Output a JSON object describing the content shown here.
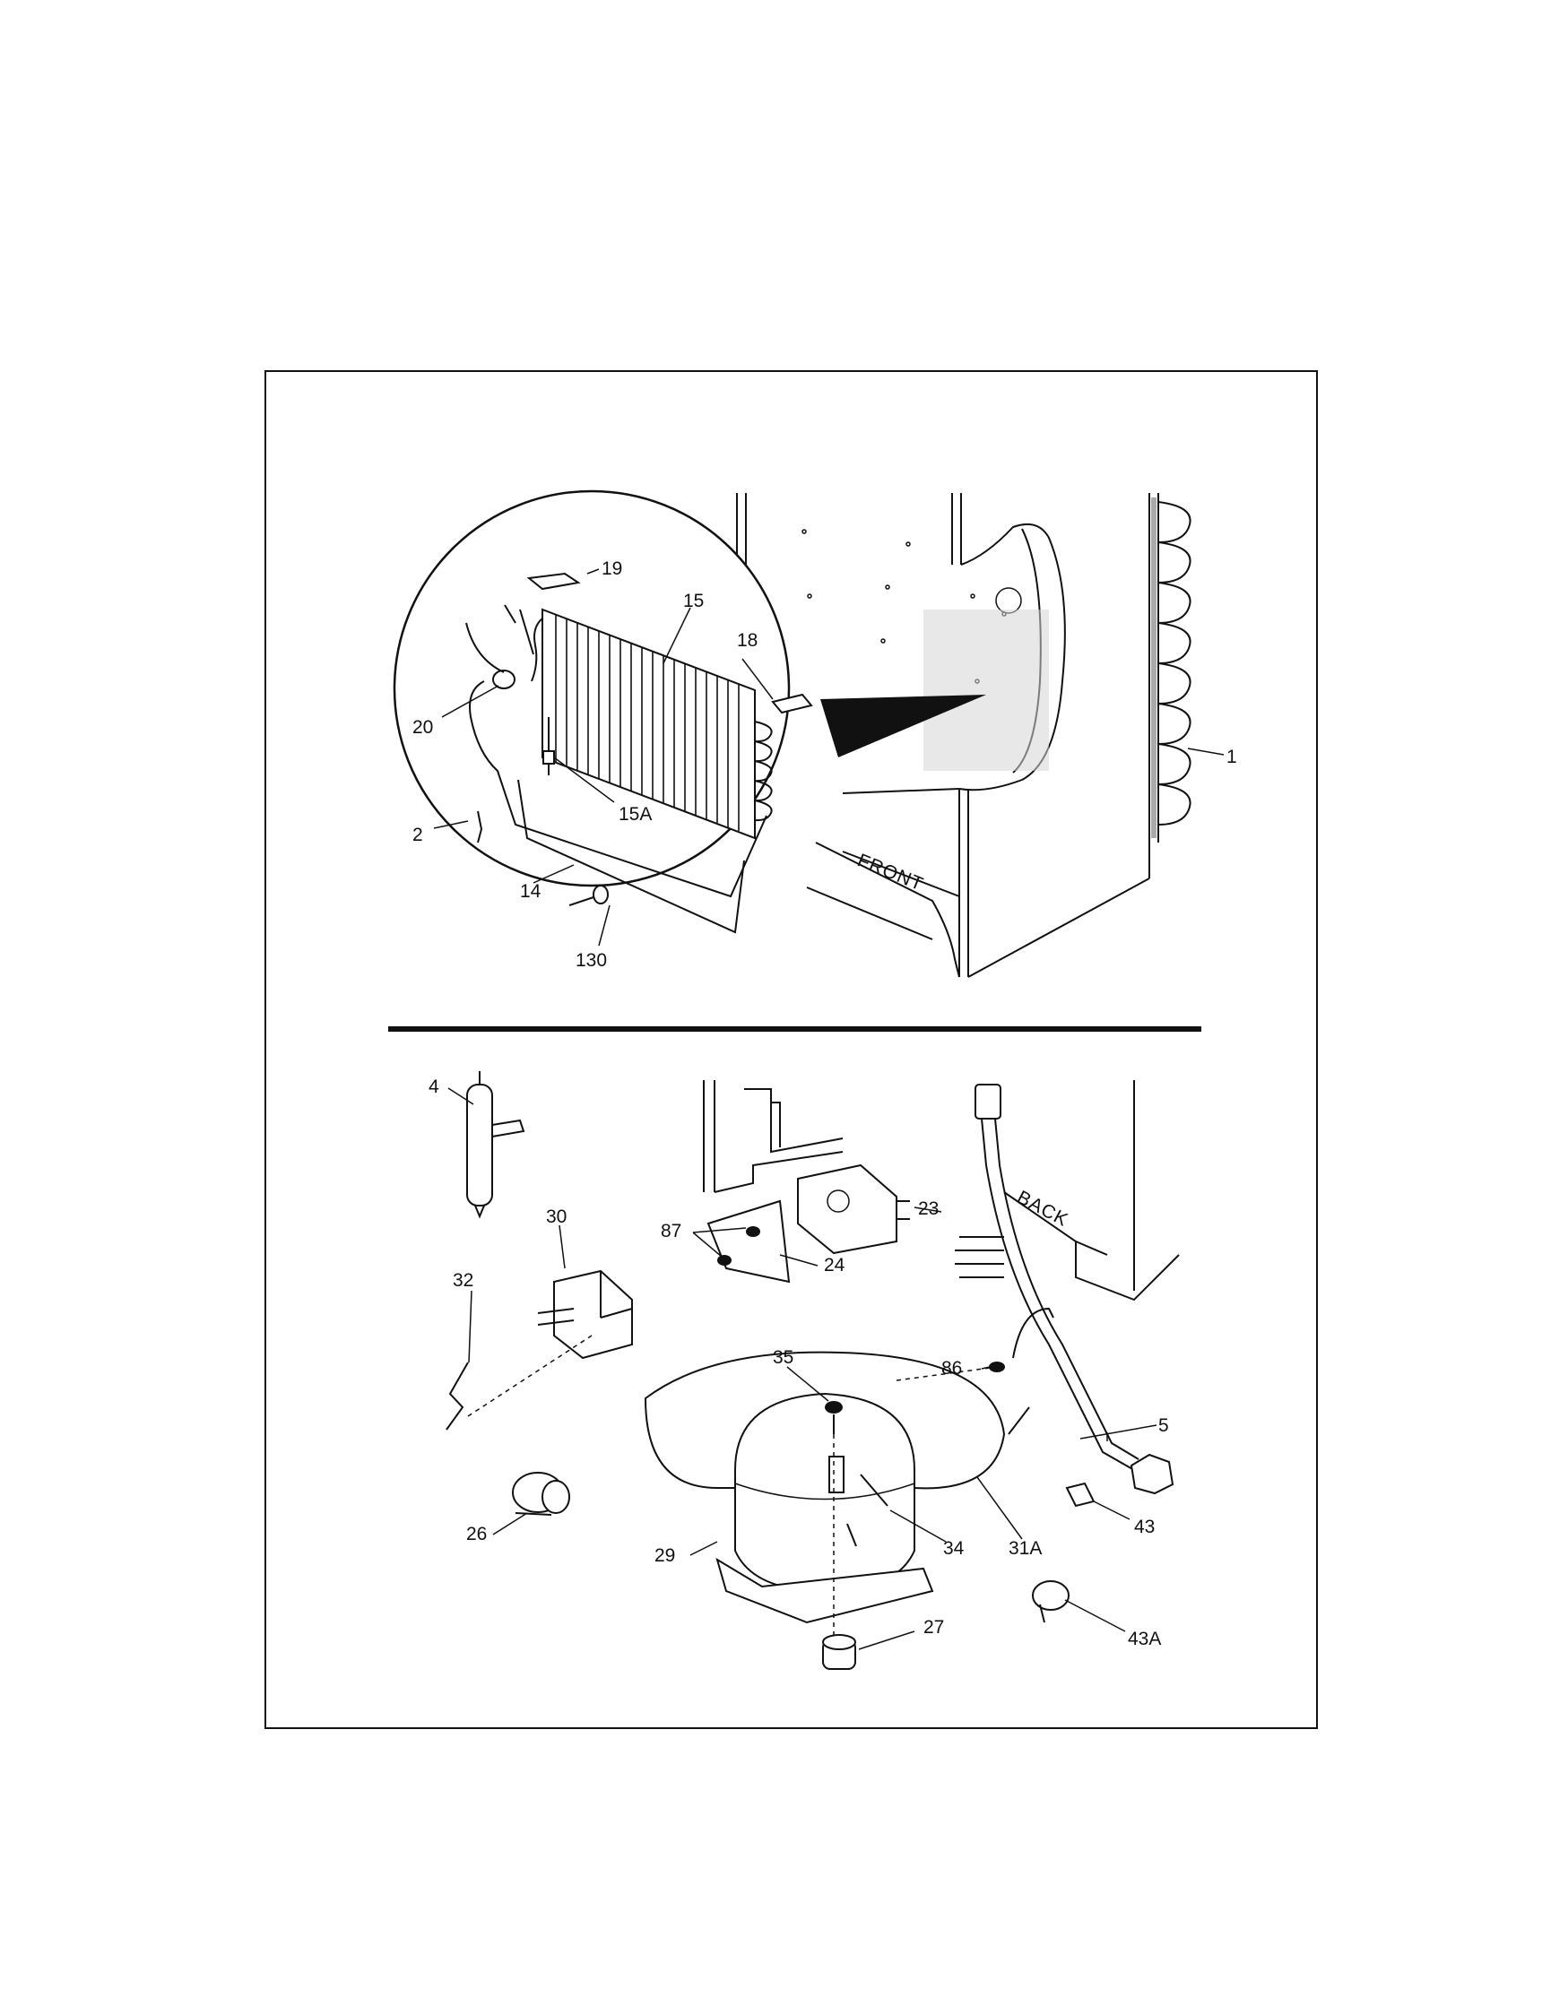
{
  "upper_view": {
    "orientation_label": "FRONT",
    "callouts": [
      "19",
      "15",
      "18",
      "20",
      "1",
      "2",
      "15A",
      "14",
      "130"
    ]
  },
  "lower_view": {
    "orientation_label": "BACK",
    "callouts": [
      "4",
      "30",
      "87",
      "23",
      "24",
      "32",
      "35",
      "86",
      "5",
      "26",
      "29",
      "34",
      "31A",
      "43",
      "27",
      "43A"
    ]
  }
}
